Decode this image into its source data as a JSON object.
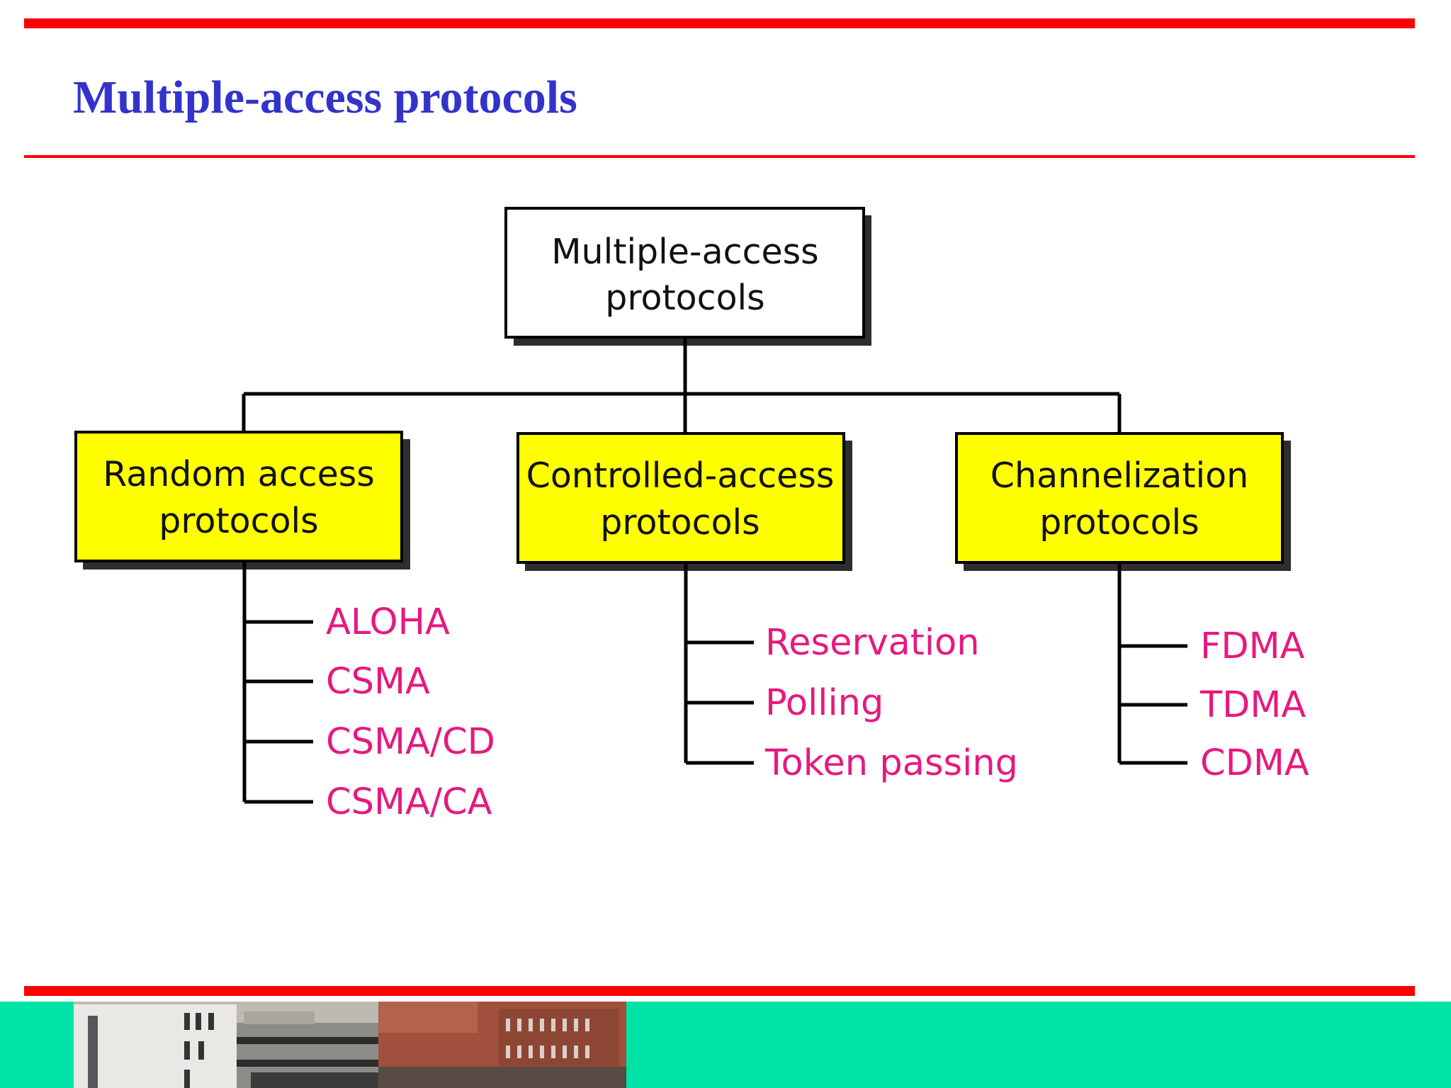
{
  "slide": {
    "title": "Multiple-access protocols"
  },
  "diagram": {
    "root": {
      "line1": "Multiple-access",
      "line2": "protocols"
    },
    "categories": [
      {
        "line1": "Random access",
        "line2": "protocols",
        "items": [
          "ALOHA",
          "CSMA",
          "CSMA/CD",
          "CSMA/CA"
        ]
      },
      {
        "line1": "Controlled-access",
        "line2": "protocols",
        "items": [
          "Reservation",
          "Polling",
          "Token passing"
        ]
      },
      {
        "line1": "Channelization",
        "line2": "protocols",
        "items": [
          "FDMA",
          "TDMA",
          "CDMA"
        ]
      }
    ]
  },
  "colors": {
    "title": "#3333cc",
    "rule": "#ff0000",
    "category_fill": "#ffff00",
    "leaf_text": "#e6197f",
    "footer": "#00e3a6"
  }
}
